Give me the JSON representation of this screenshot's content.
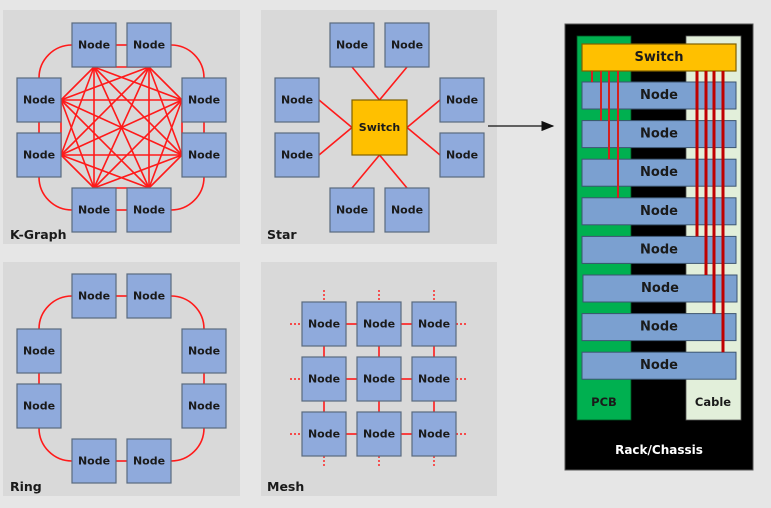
{
  "node_label": "Node",
  "switch_label": "Switch",
  "panels": {
    "kgraph": {
      "label": "K-Graph",
      "node_count": 8
    },
    "star": {
      "label": "Star",
      "node_count": 8,
      "center": "Switch"
    },
    "ring": {
      "label": "Ring",
      "node_count": 8
    },
    "mesh": {
      "label": "Mesh",
      "rows": 3,
      "cols": 3
    }
  },
  "rack": {
    "title": "Rack/Chassis",
    "switch_label": "Switch",
    "node_count": 8,
    "pcb_label": "PCB",
    "cable_label": "Cable",
    "pcb_connections": 4,
    "cable_connections": 4
  },
  "colors": {
    "panel_bg": "#d9d9d9",
    "node_fill": "#8faadc",
    "switch_fill": "#ffc000",
    "link": "#ff1a1a",
    "rack_bg": "#000000",
    "pcb": "#00b050",
    "cable_area": "#e2efda",
    "cable_link": "#c00000"
  }
}
